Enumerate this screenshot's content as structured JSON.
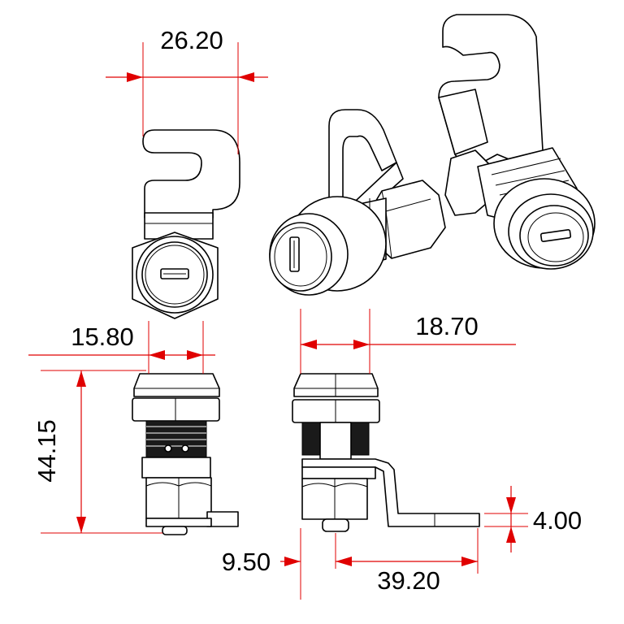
{
  "drawing": {
    "dimensions": {
      "top_width": "26.20",
      "front_width": "15.80",
      "side_offset": "18.70",
      "height": "44.15",
      "cam_thickness": "4.00",
      "cam_offset_small": "9.50",
      "cam_length": "39.20"
    },
    "colors": {
      "outline": "#000000",
      "dimension": "#e00000",
      "background": "#ffffff"
    }
  }
}
